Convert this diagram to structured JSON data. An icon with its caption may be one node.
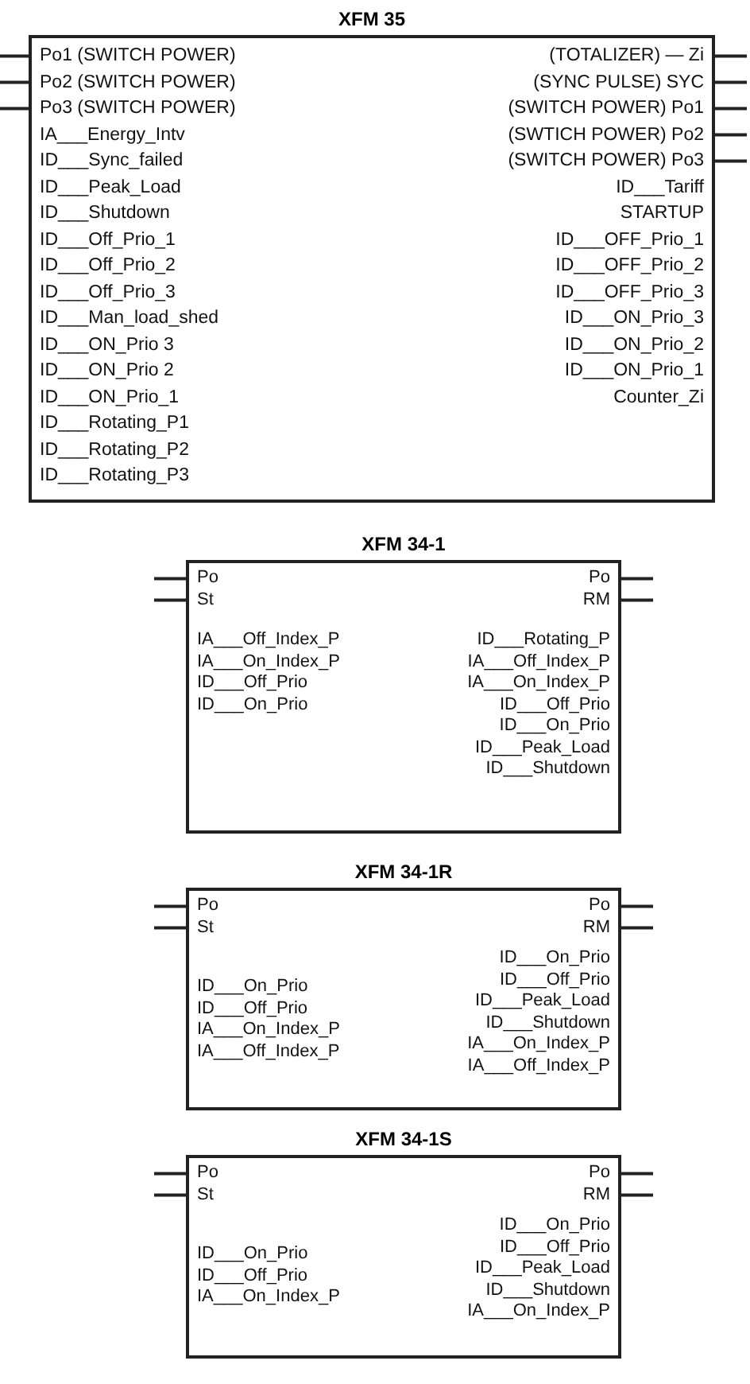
{
  "diagram": {
    "nodes": [
      {
        "text": [
          "XFM 35",
          "Po1 (SWITCH POWER)",
          "Po2 (SWITCH POWER)",
          "Po3 (SWITCH POWER)",
          "IA___Energy_Intv",
          "ID___Sync_failed",
          "ID___Peak_Load",
          "ID___Shutdown",
          "ID___Off_Prio_1",
          "ID___Off_Prio_2",
          "ID___Off_Prio_3",
          "ID___Man_load_shed",
          "ID___ON_Prio 3",
          "ID___ON_Prio 2",
          "ID___ON_Prio_1",
          "ID___Rotating_P1",
          "ID___Rotating_P2",
          "ID___Rotating_P3",
          "(TOTALIZER) — Zi",
          "(SYNC PULSE) SYC",
          "(SWITCH POWER) Po1",
          "(SWTICH POWER) Po2",
          "(SWITCH POWER) Po3",
          "ID___Tariff",
          "STARTUP",
          "ID___OFF_Prio_1",
          "ID___OFF_Prio_2",
          "ID___OFF_Prio_3",
          "ID___ON_Prio_3",
          "ID___ON_Prio_2",
          "ID___ON_Prio_1",
          "Counter_Zi"
        ]
      },
      {
        "text": [
          "XFM 34-1",
          "Po",
          "St",
          "IA___Off_Index_P",
          "IA___On_Index_P",
          "ID___Off_Prio",
          "ID___On_Prio",
          "Po",
          "RM",
          "ID___Rotating_P",
          "IA___Off_Index_P",
          "IA___On_Index_P",
          "ID___Off_Prio",
          "ID___On_Prio",
          "ID___Peak_Load",
          "ID___Shutdown"
        ]
      },
      {
        "text": [
          "XFM 34-1R",
          "Po",
          "St",
          "ID___On_Prio",
          "ID___Off_Prio",
          "IA___On_Index_P",
          "IA___Off_Index_P",
          "Po",
          "RM",
          "ID___On_Prio",
          "ID___Off_Prio",
          "ID___Peak_Load",
          "ID___Shutdown",
          "IA___On_Index_P",
          "IA___Off_Index_P"
        ]
      },
      {
        "text": [
          "XFM 34-1S",
          "Po",
          "St",
          "ID___On_Prio",
          "ID___Off_Prio",
          "IA___On_Index_P",
          "Po",
          "RM",
          "ID___On_Prio",
          "ID___Off_Prio",
          "ID___Peak_Load",
          "ID___Shutdown",
          "IA___On_Index_P"
        ]
      }
    ]
  }
}
